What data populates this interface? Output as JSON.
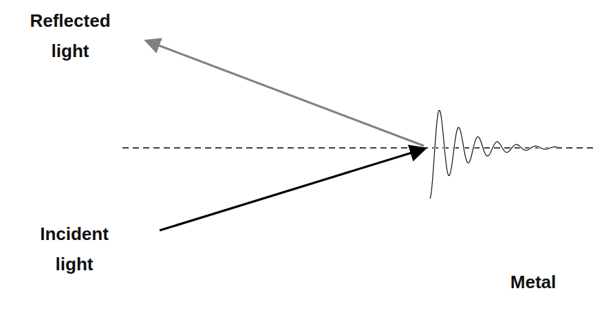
{
  "diagram": {
    "nodes": [
      {
        "text": [
          "Metal"
        ]
      }
    ],
    "labels": [
      "Reflected light",
      "Incident light"
    ]
  }
}
